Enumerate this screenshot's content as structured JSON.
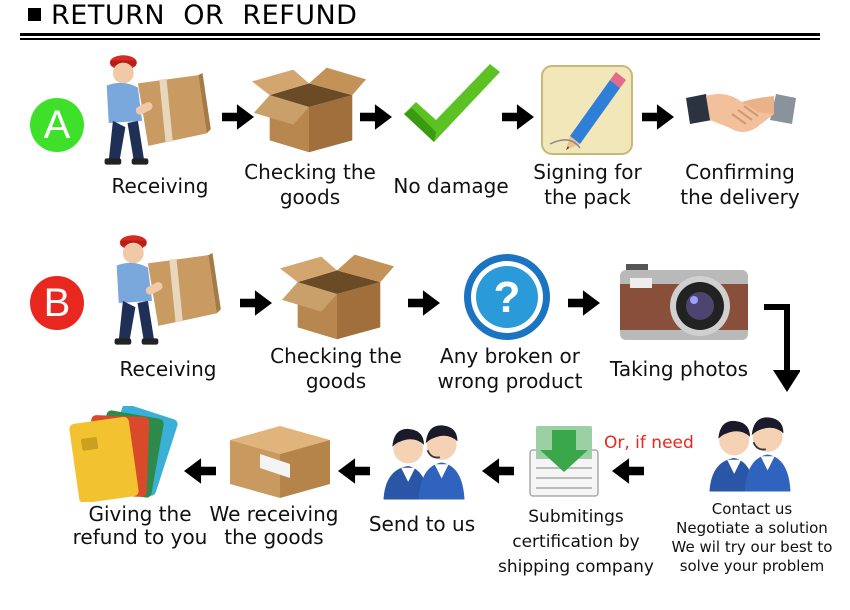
{
  "title": "RETURN  OR  REFUND",
  "flow_a": {
    "badge": "A",
    "badge_color": "#3ee02a",
    "steps": [
      {
        "label": "Receiving",
        "icon": "delivery-man-icon"
      },
      {
        "label": "Checking the goods",
        "icon": "open-box-icon"
      },
      {
        "label": "No damage",
        "icon": "checkmark-icon"
      },
      {
        "label": "Signing for the pack",
        "icon": "pencil-note-icon"
      },
      {
        "label": "Confirming the delivery",
        "icon": "handshake-icon"
      }
    ]
  },
  "flow_b": {
    "badge": "B",
    "badge_color": "#e8281e",
    "steps": [
      {
        "label": "Receiving",
        "icon": "delivery-man-icon"
      },
      {
        "label": "Checking the goods",
        "icon": "open-box-icon"
      },
      {
        "label": "Any broken or wrong product",
        "icon": "question-icon"
      },
      {
        "label": "Taking photos",
        "icon": "camera-icon"
      }
    ],
    "return_steps": [
      {
        "label": "Giving the refund to you",
        "icon": "credit-cards-icon"
      },
      {
        "label": "We receiving the goods",
        "icon": "closed-box-icon"
      },
      {
        "label": "Send to us",
        "icon": "support-agents-icon"
      },
      {
        "label": "Submitings certification by shipping company",
        "icon": "download-document-icon"
      }
    ],
    "contact": {
      "lines": [
        "Contact us",
        "Negotiate a solution",
        "We wil try our best to",
        "solve your problem"
      ],
      "icon": "support-agents-icon"
    },
    "if_need": "Or, if need",
    "if_need_color": "#e8281e"
  }
}
